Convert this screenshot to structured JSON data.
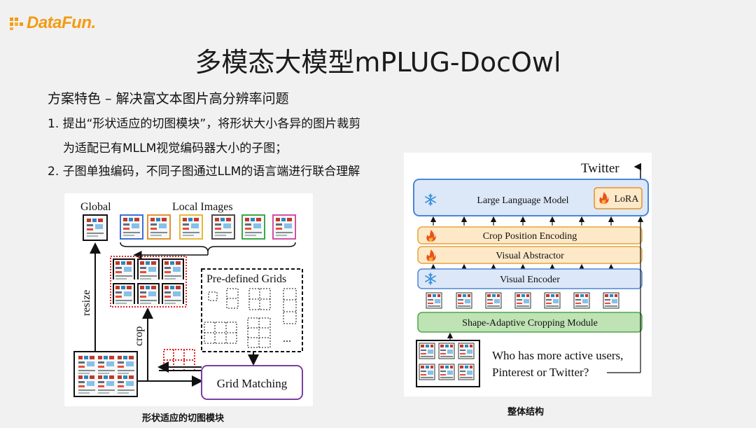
{
  "brand": {
    "name": "DataFun.",
    "accent": "#f39c12"
  },
  "slide": {
    "title": "多模态大模型mPLUG-DocOwl",
    "feature_heading": "方案特色 – 解决富文本图片高分辨率问题",
    "points": [
      "1. 提出“形状适应的切图模块”，将形状大小各异的图片裁剪",
      "为适配已有MLLM视觉编码器大小的子图；",
      "2. 子图单独编码，不同子图通过LLM的语言端进行联合理解"
    ]
  },
  "left_figure": {
    "global_label": "Global",
    "local_label": "Local Images",
    "grids_label": "Pre-defined Grids",
    "resize_label": "resize",
    "crop_label": "crop",
    "matching_label": "Grid Matching",
    "ellipsis": "...",
    "caption": "形状适应的切图模块",
    "local_colors": [
      "#3b6fd4",
      "#e0922c",
      "#e6b93a",
      "#4b4b4b",
      "#3aa64a",
      "#d04fa6"
    ]
  },
  "right_figure": {
    "output_label": "Twitter",
    "llm_label": "Large Language Model",
    "lora_label": "LoRA",
    "crop_pos_label": "Crop Position Encoding",
    "abstractor_label": "Visual Abstractor",
    "encoder_label": "Visual Encoder",
    "cropping_label": "Shape-Adaptive  Cropping Module",
    "question_line1": "Who has more active users,",
    "question_line2": "Pinterest or Twitter?",
    "caption": "整体结构"
  }
}
